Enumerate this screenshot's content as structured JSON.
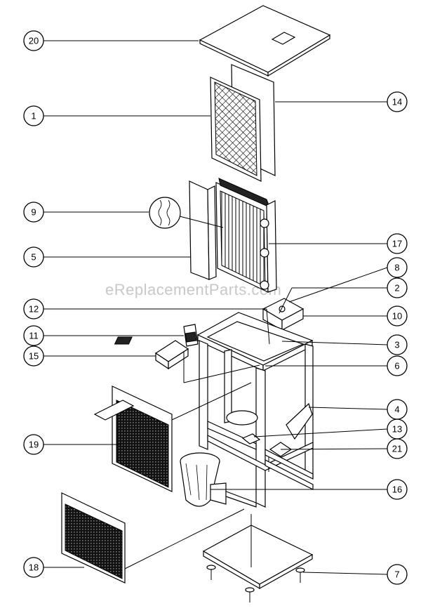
{
  "watermark": "eReplacementParts.com",
  "callouts": [
    {
      "number": "20"
    },
    {
      "number": "14"
    },
    {
      "number": "1"
    },
    {
      "number": "9"
    },
    {
      "number": "17"
    },
    {
      "number": "5"
    },
    {
      "number": "8"
    },
    {
      "number": "2"
    },
    {
      "number": "12"
    },
    {
      "number": "10"
    },
    {
      "number": "11"
    },
    {
      "number": "3"
    },
    {
      "number": "15"
    },
    {
      "number": "6"
    },
    {
      "number": "4"
    },
    {
      "number": "13"
    },
    {
      "number": "19"
    },
    {
      "number": "21"
    },
    {
      "number": "16"
    },
    {
      "number": "18"
    },
    {
      "number": "7"
    }
  ]
}
